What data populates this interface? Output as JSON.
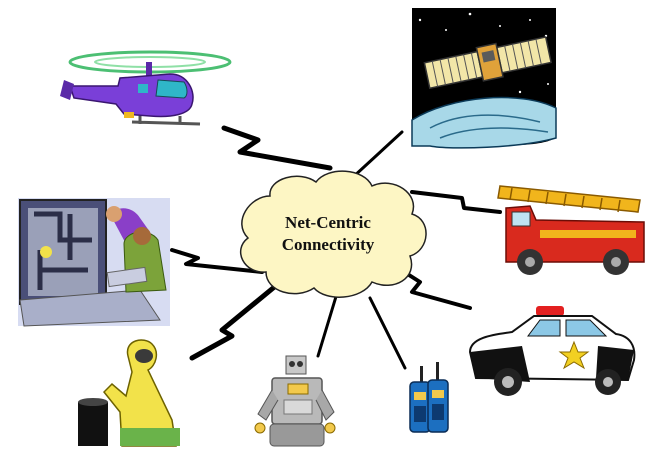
{
  "hub": {
    "line1": "Net-Centric",
    "line2": "Connectivity",
    "fill": "#fdf6c4"
  },
  "nodes": [
    {
      "name": "helicopter",
      "icon": "helicopter-icon"
    },
    {
      "name": "satellite",
      "icon": "satellite-icon"
    },
    {
      "name": "fire-truck",
      "icon": "fire-truck-icon"
    },
    {
      "name": "police-car",
      "icon": "police-car-icon"
    },
    {
      "name": "walkie-talkies",
      "icon": "walkie-talkie-icon"
    },
    {
      "name": "robot",
      "icon": "robot-icon"
    },
    {
      "name": "hazmat-worker",
      "icon": "hazmat-suit-icon"
    },
    {
      "name": "control-room",
      "icon": "operators-at-console-icon"
    }
  ],
  "colors": {
    "link": "#000000",
    "helicopter_body": "#7a3fd8",
    "rotor": "#4cbf73",
    "fire_truck": "#d92a1e",
    "ladder": "#f1b51c",
    "hazmat": "#f2e24a",
    "space": "#000000"
  }
}
